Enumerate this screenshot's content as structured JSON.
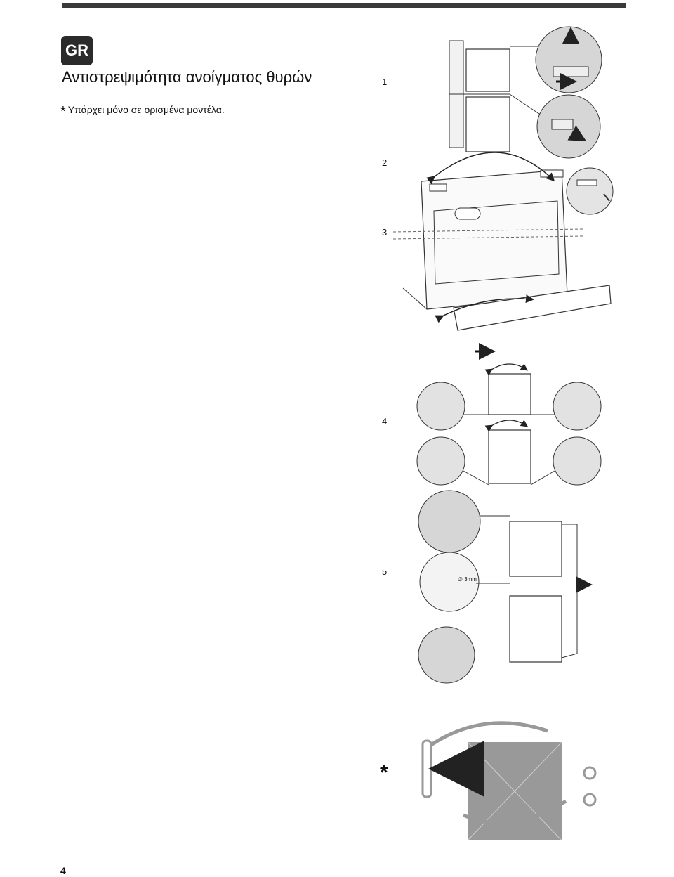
{
  "header": {
    "lang_badge": "GR",
    "title": "Αντιστρεψιμότητα ανοίγματος θυρών",
    "note_star": "*",
    "note": "Υπάρχει μόνο σε ορισμένα μοντέλα."
  },
  "steps": {
    "s1": "1",
    "s2": "2",
    "s3": "3",
    "s4": "4",
    "s5": "5",
    "star": "*"
  },
  "labels": {
    "drill_size": "∅ 3mm"
  },
  "footer": {
    "page_number": "4"
  },
  "colors": {
    "top_bar": "#3a3a3a",
    "badge": "#2b2b2b",
    "detail_circle": "#d6d6d6",
    "gray_panel": "#999999"
  }
}
